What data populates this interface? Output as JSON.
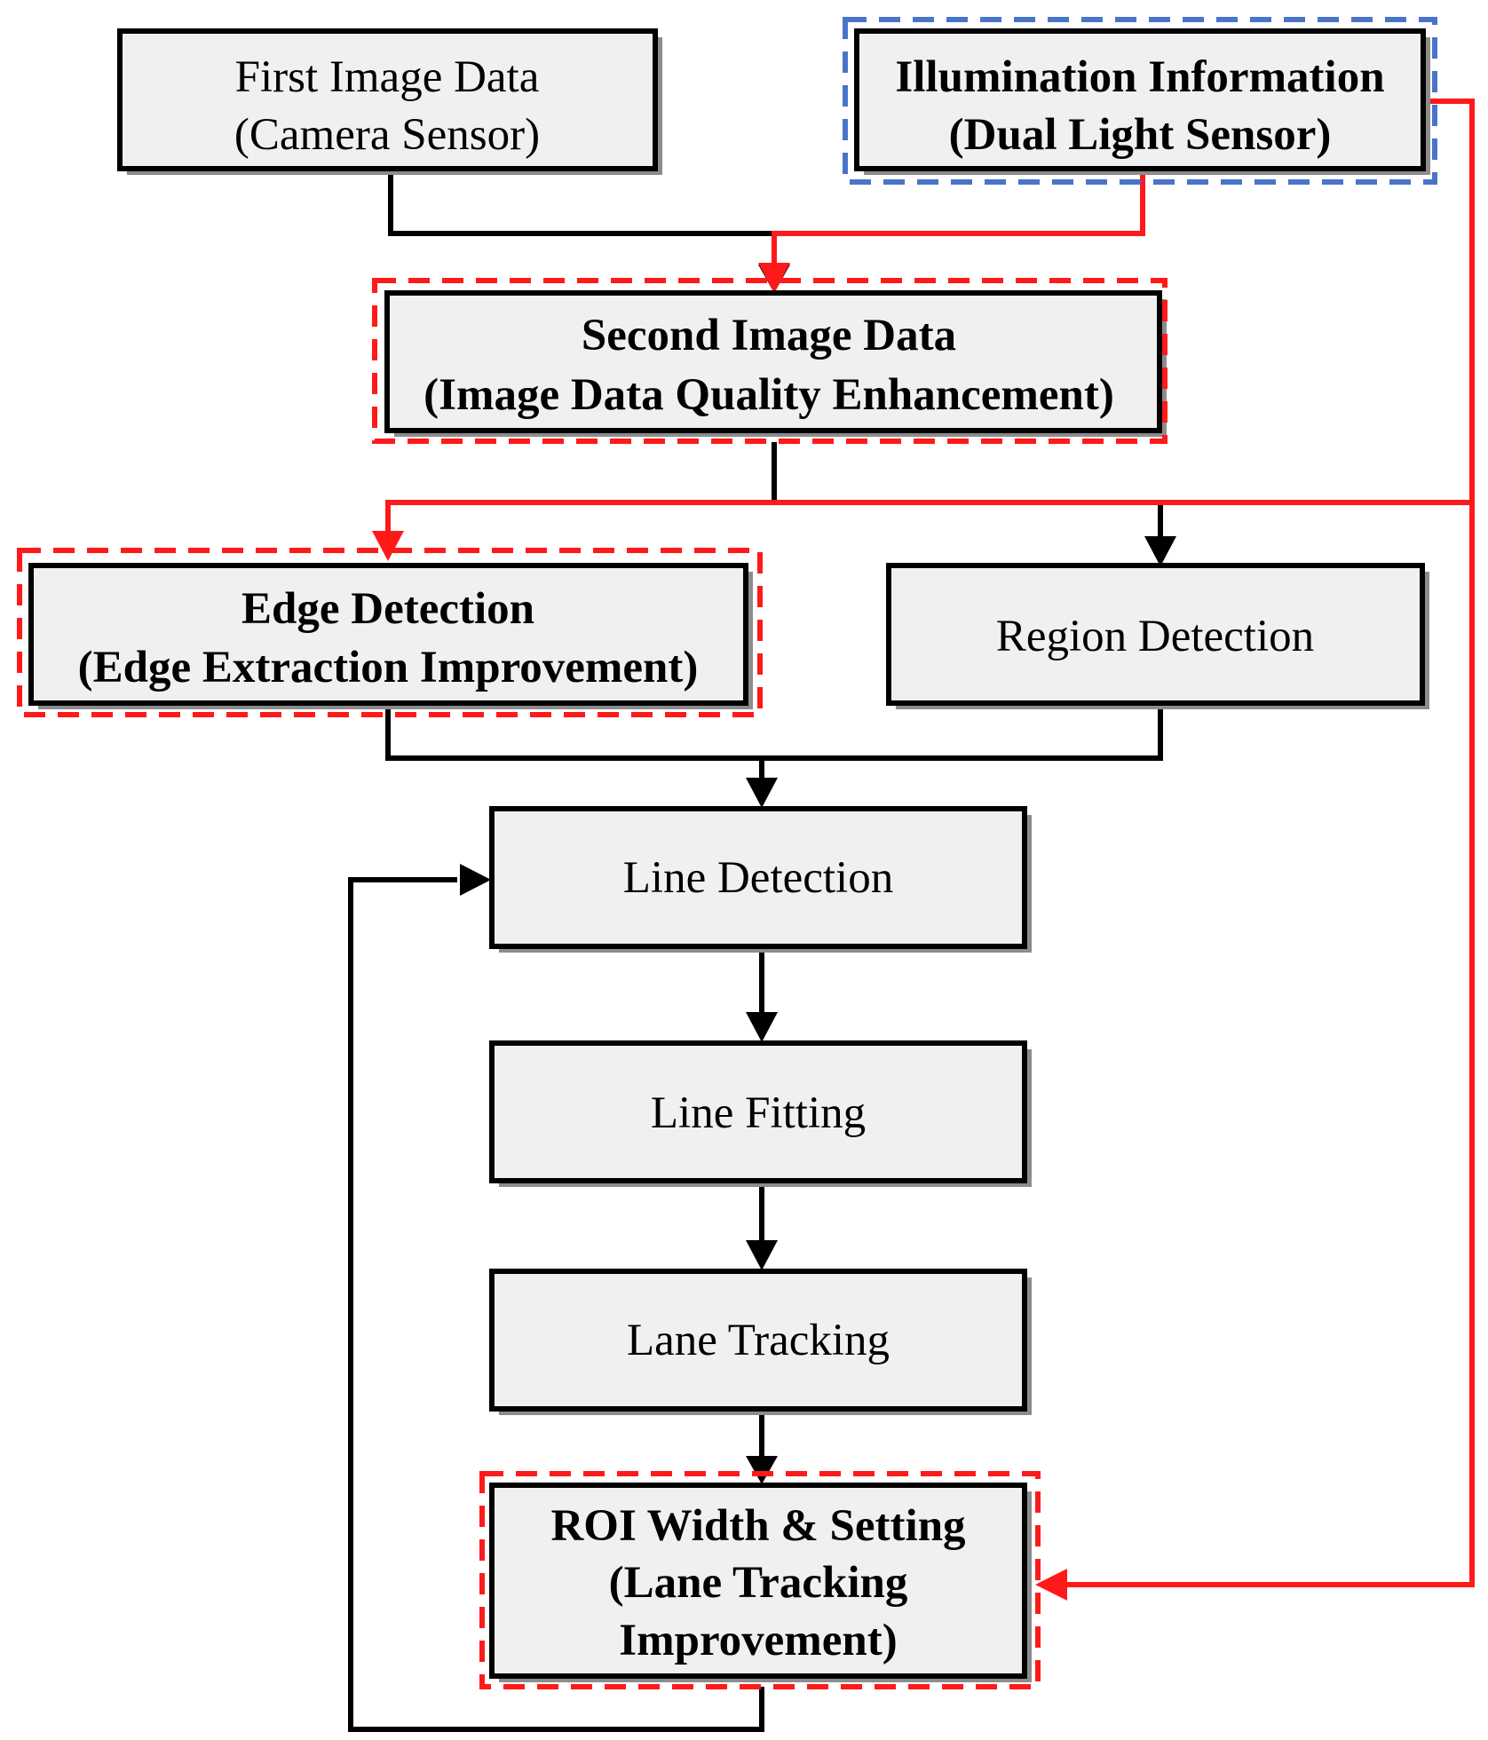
{
  "nodes": {
    "first_image": {
      "line1": "First Image Data",
      "line2": "(Camera Sensor)"
    },
    "illumination": {
      "line1": "Illumination Information",
      "line2": "(Dual Light Sensor)"
    },
    "second_image": {
      "line1": "Second Image Data",
      "line2": "(Image Data Quality Enhancement)"
    },
    "edge_detection": {
      "line1": "Edge Detection",
      "line2": "(Edge Extraction Improvement)"
    },
    "region_detection": {
      "line1": "Region Detection"
    },
    "line_detection": {
      "line1": "Line Detection"
    },
    "line_fitting": {
      "line1": "Line Fitting"
    },
    "lane_tracking": {
      "line1": "Lane Tracking"
    },
    "roi": {
      "line1": "ROI Width & Setting",
      "line2": "(Lane Tracking",
      "line3": "Improvement)"
    }
  },
  "colors": {
    "flow": "#000000",
    "illumination_flow": "#ff1a1a",
    "improvement_highlight": "#ff1a1a",
    "sensor_highlight": "#4a74c9",
    "box_fill": "#f0f0f0"
  }
}
